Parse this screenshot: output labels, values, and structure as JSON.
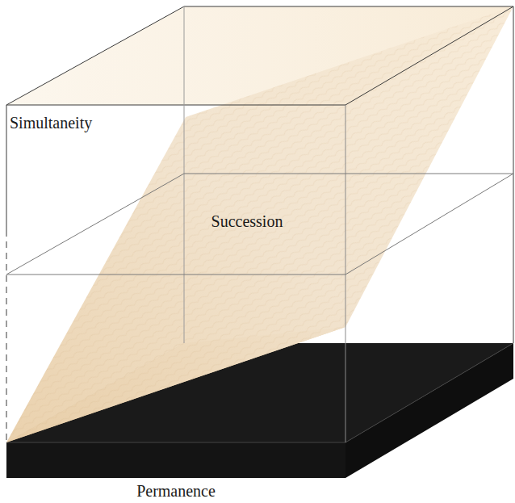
{
  "diagram": {
    "labels": [
      "Simultaneity",
      "Succession",
      "Permanence"
    ]
  }
}
